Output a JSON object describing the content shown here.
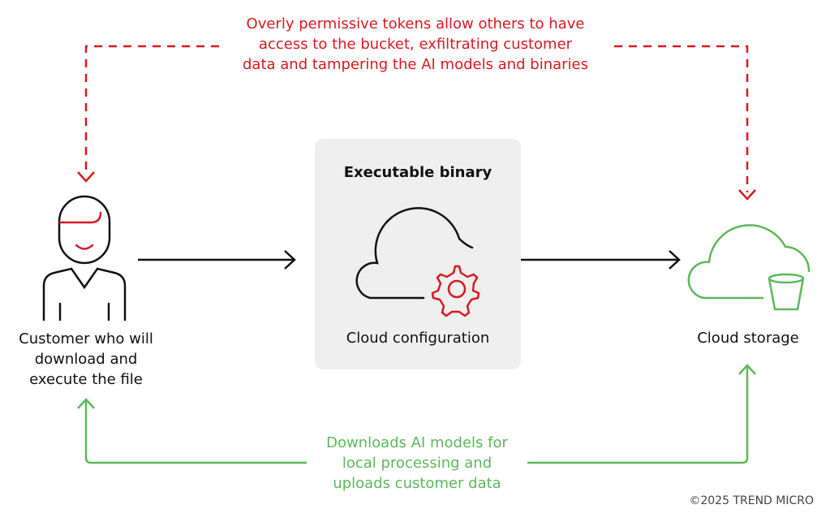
{
  "diagram": {
    "top_flow": {
      "label_lines": [
        "Overly permissive tokens allow others to have",
        "access to the bucket, exfiltrating customer",
        "data and tampering the AI models and binaries"
      ],
      "color": "#d71920"
    },
    "customer": {
      "label_lines": [
        "Customer who will",
        "download and",
        "execute the file"
      ],
      "icon": "person-icon"
    },
    "binary_panel": {
      "title": "Executable binary",
      "label": "Cloud configuration",
      "icon": "cloud-gear-icon",
      "background": "#efefef"
    },
    "storage": {
      "label": "Cloud storage",
      "icon": "cloud-bucket-icon",
      "color": "#5cb85c"
    },
    "bottom_flow": {
      "label_lines": [
        "Downloads AI models for",
        "local processing and",
        "uploads customer data"
      ],
      "color": "#5cb85c"
    }
  },
  "footer": {
    "copyright": "©2025 TREND MICRO"
  }
}
